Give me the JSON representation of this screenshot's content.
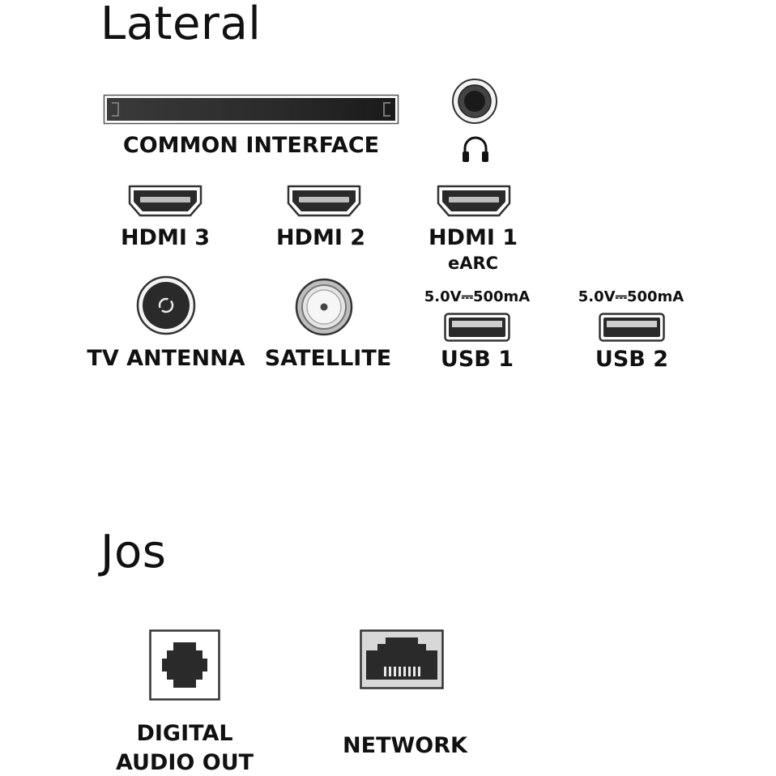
{
  "sections": {
    "side_title": "Lateral",
    "bottom_title": "Jos"
  },
  "ports": {
    "common_interface": {
      "label": "COMMON INTERFACE",
      "icon": "ci-slot-icon"
    },
    "headphone": {
      "icon": "headphone-icon"
    },
    "hdmi3": {
      "label": "HDMI 3",
      "icon": "hdmi-port-icon"
    },
    "hdmi2": {
      "label": "HDMI 2",
      "icon": "hdmi-port-icon"
    },
    "hdmi1": {
      "label": "HDMI 1",
      "sub": "eARC",
      "icon": "hdmi-port-icon"
    },
    "tv_antenna": {
      "label": "TV ANTENNA",
      "icon": "antenna-port-icon"
    },
    "satellite": {
      "label": "SATELLITE",
      "icon": "satellite-port-icon"
    },
    "usb1": {
      "label": "USB 1",
      "power": "5.0V⎓500mA",
      "icon": "usb-port-icon"
    },
    "usb2": {
      "label": "USB 2",
      "power": "5.0V⎓500mA",
      "icon": "usb-port-icon"
    },
    "digital_audio_out": {
      "label_line1": "DIGITAL",
      "label_line2": "AUDIO OUT",
      "icon": "optical-port-icon"
    },
    "network": {
      "label": "NETWORK",
      "icon": "ethernet-port-icon"
    }
  },
  "colors": {
    "port_dark": "#222222",
    "port_outline": "#333333",
    "background": "#ffffff"
  }
}
